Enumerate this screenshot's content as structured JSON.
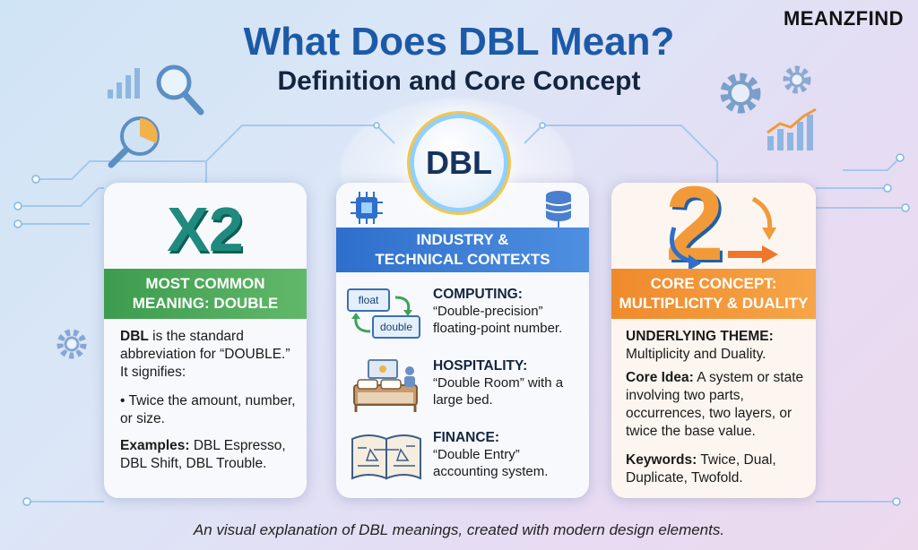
{
  "brand": "MEANZFIND",
  "title": "What Does DBL Mean?",
  "subtitle": "Definition and Core Concept",
  "badge": "DBL",
  "left_card": {
    "graphic": "X2",
    "band": [
      "MOST COMMON",
      "MEANING: DOUBLE"
    ],
    "p1_bold": "DBL",
    "p1_rest": " is the standard abbreviation for “DOUBLE.” It signifies:",
    "bullet": "• Twice the amount, number, or size.",
    "examples_label": "Examples:",
    "examples_text": " DBL Espresso, DBL Shift, DBL Trouble."
  },
  "mid_card": {
    "band": [
      "INDUSTRY &",
      "TECHNICAL CONTEXTS"
    ],
    "items": [
      {
        "title": "COMPUTING:",
        "desc": "“Double-precision” floating-point number.",
        "icon": "float-double-icon",
        "icon_labels": [
          "float",
          "double"
        ]
      },
      {
        "title": "HOSPITALITY:",
        "desc": "“Double Room” with a large bed.",
        "icon": "bed-icon"
      },
      {
        "title": "FINANCE:",
        "desc": "“Double Entry” accounting system.",
        "icon": "ledger-scales-icon"
      }
    ]
  },
  "right_card": {
    "band": [
      "CORE CONCEPT:",
      "MULTIPLICITY & DUALITY"
    ],
    "theme_label": "UNDERLYING THEME:",
    "theme_text": "Multiplicity and Duality.",
    "core_label": "Core Idea:",
    "core_text": " A system or state involving two parts, occurrences, two layers, or twice the base value.",
    "keywords_label": "Keywords:",
    "keywords_text": " Twice, Dual, Duplicate, Twofold."
  },
  "footer": "An visual explanation of DBL meanings, created with modern design elements.",
  "colors": {
    "title": "#1c5aa8",
    "green": "#3c9c4d",
    "blue": "#2e6fcc",
    "orange": "#ef8a2c"
  }
}
